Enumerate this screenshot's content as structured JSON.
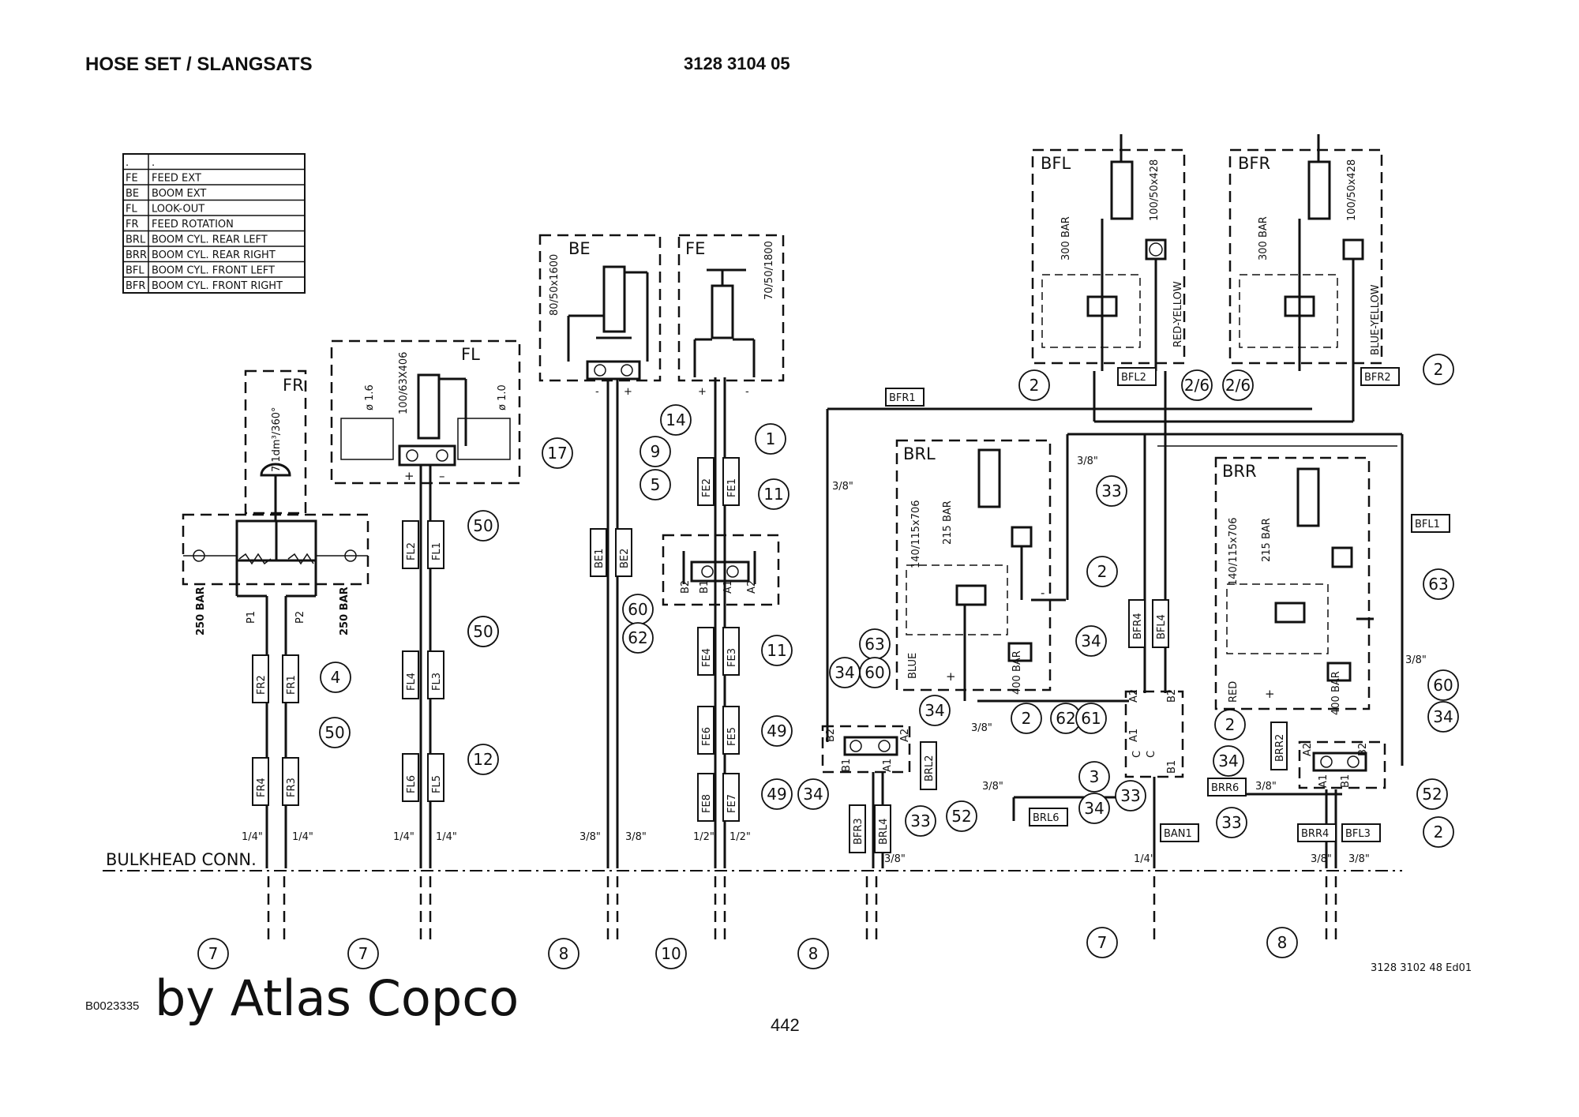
{
  "header": {
    "title": "HOSE SET / SLANGSATS",
    "part_number": "3128 3104 05"
  },
  "legend": [
    {
      "code": ".",
      "text": "."
    },
    {
      "code": "FE",
      "text": "FEED EXT"
    },
    {
      "code": "BE",
      "text": "BOOM EXT"
    },
    {
      "code": "FL",
      "text": "LOOK-OUT"
    },
    {
      "code": "FR",
      "text": "FEED ROTATION"
    },
    {
      "code": "BRL",
      "text": "BOOM CYL. REAR LEFT"
    },
    {
      "code": "BRR",
      "text": "BOOM CYL. REAR RIGHT"
    },
    {
      "code": "BFL",
      "text": "BOOM CYL. FRONT LEFT"
    },
    {
      "code": "BFR",
      "text": "BOOM CYL. FRONT RIGHT"
    }
  ],
  "units": {
    "FR": {
      "name": "FR",
      "spec": "7,1dm³/360°",
      "relief_left": "250 BAR",
      "relief_right": "250 BAR",
      "port_left": "P1",
      "port_right": "P2"
    },
    "FL": {
      "name": "FL",
      "spec": "100/63X406",
      "orifice_left": "ø 1.6",
      "orifice_right": "ø 1.0",
      "plus": "+",
      "minus": "–"
    },
    "BE": {
      "name": "BE",
      "spec": "80/50x1600",
      "minus": "-",
      "plus": "+"
    },
    "FE": {
      "name": "FE",
      "spec": "70/50/1800",
      "plus": "+",
      "minus": "-"
    },
    "BFL": {
      "name": "BFL",
      "spec": "100/50x428",
      "pressure": "300 BAR",
      "color": "RED-YELLOW"
    },
    "BFR": {
      "name": "BFR",
      "spec": "100/50x428",
      "pressure": "300 BAR",
      "color": "BLUE-YELLOW"
    },
    "BRL": {
      "name": "BRL",
      "spec": "140/115x706",
      "pressure": "215 BAR",
      "pressure2": "400 BAR",
      "color": "BLUE",
      "plus": "+",
      "minus": "-"
    },
    "BRR": {
      "name": "BRR",
      "spec": "140/115x706",
      "pressure": "215 BAR",
      "pressure2": "400 BAR",
      "color": "RED",
      "plus": "+",
      "minus": "-"
    }
  },
  "valve_ports": {
    "fe_block": [
      "B2",
      "B1",
      "A1",
      "A2"
    ],
    "brl_block": [
      "B2",
      "B1",
      "A1",
      "A2"
    ],
    "center_block": [
      "A2",
      "A1",
      "C",
      "C",
      "B2",
      "B1"
    ],
    "brr_block": [
      "A2",
      "A1",
      "B1",
      "B2"
    ]
  },
  "hose_labels": {
    "fr": [
      "FR2",
      "FR1",
      "FR4",
      "FR3"
    ],
    "fl": [
      "FL2",
      "FL1",
      "FL4",
      "FL3",
      "FL6",
      "FL5"
    ],
    "be": [
      "BE1",
      "BE2"
    ],
    "fe": [
      "FE2",
      "FE1",
      "FE4",
      "FE3",
      "FE6",
      "FE5",
      "FE8",
      "FE7"
    ],
    "brl_area": [
      "BRL2",
      "BRL6",
      "BFR3",
      "BRL4"
    ],
    "center": [
      "BFR4",
      "BFL4",
      "BAN1",
      "BFL2",
      "BFR2",
      "BFR1",
      "BFL1"
    ],
    "brr_area": [
      "BRR2",
      "BRR6",
      "BRR4",
      "BFL3"
    ]
  },
  "sizes": {
    "quarter": "1/4\"",
    "three_eighth": "3/8\"",
    "half": "1/2\""
  },
  "bulkhead": "BULKHEAD CONN.",
  "balloons": [
    "7",
    "7",
    "8",
    "10",
    "8",
    "7",
    "8",
    "4",
    "50",
    "50",
    "12",
    "50",
    "50",
    "17",
    "9",
    "5",
    "14",
    "1",
    "11",
    "60",
    "62",
    "11",
    "49",
    "49",
    "63",
    "34",
    "60",
    "34",
    "34",
    "33",
    "52",
    "2",
    "2",
    "33",
    "34",
    "62",
    "61",
    "3",
    "34",
    "2/6",
    "2/6",
    "2",
    "2",
    "33",
    "2",
    "63",
    "60",
    "34",
    "34",
    "52",
    "33",
    "2"
  ],
  "drawing_number": "3128 3102 48 Ed01",
  "footer": {
    "code": "B0023335",
    "brand": "by Atlas Copco",
    "page": "442"
  }
}
